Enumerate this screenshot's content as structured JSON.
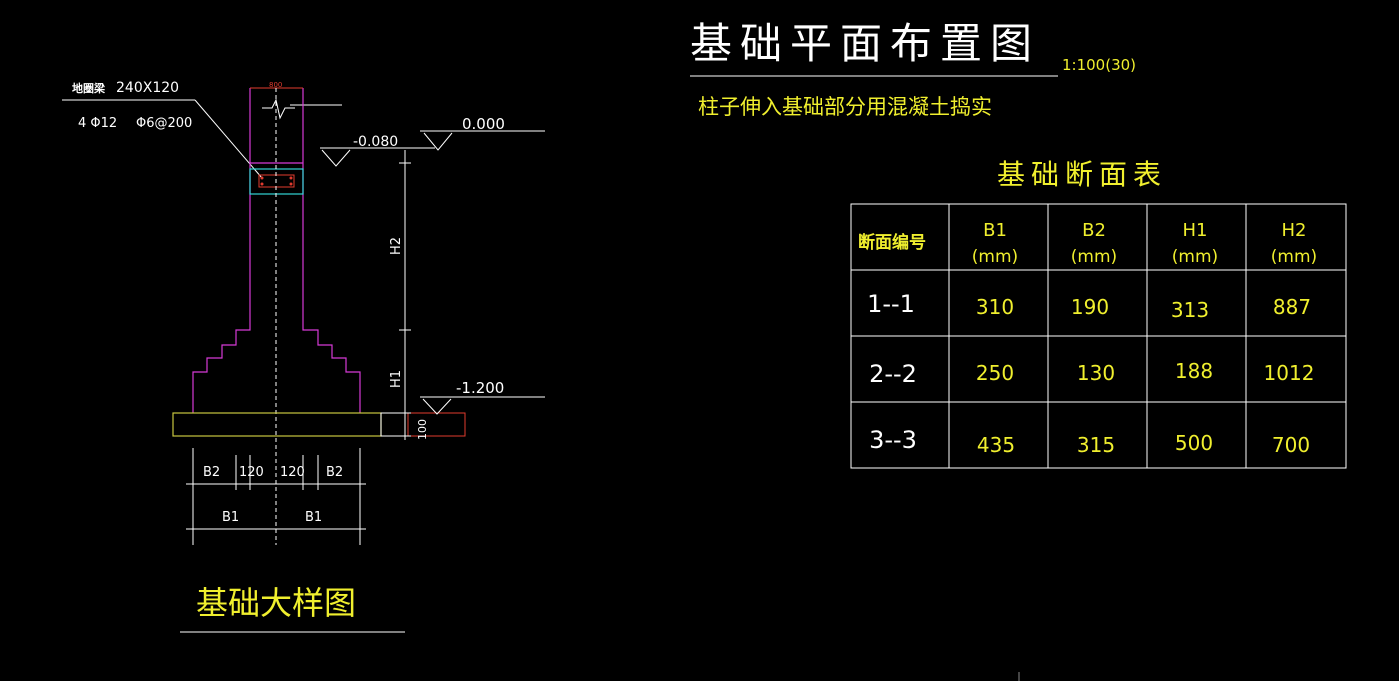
{
  "colors": {
    "background": "#000000",
    "white_line": "#ffffff",
    "yellow_text": "#f0ef2e",
    "magenta_outline": "#d63ad6",
    "cyan_beam": "#33d6d6",
    "red_dim": "#e23b2e",
    "olive_slab": "#c8c640"
  },
  "plan": {
    "title": "基础平面布置图",
    "scale": "1:100(30)",
    "note": "柱子伸入基础部分用混凝土捣实"
  },
  "section_table": {
    "title": "基础断面表",
    "headers": [
      {
        "line1": "断面编号",
        "line2": ""
      },
      {
        "line1": "B1",
        "line2": "(mm)"
      },
      {
        "line1": "B2",
        "line2": "(mm)"
      },
      {
        "line1": "H1",
        "line2": "(mm)"
      },
      {
        "line1": "H2",
        "line2": "(mm)"
      }
    ],
    "rows": [
      [
        "1--1",
        "310",
        "190",
        "313",
        "887"
      ],
      [
        "2--2",
        "250",
        "130",
        "188",
        "1012"
      ],
      [
        "3--3",
        "435",
        "315",
        "500",
        "700"
      ]
    ]
  },
  "detail": {
    "title": "基础大样图",
    "beam_label": "地圈梁",
    "beam_size": "240X120",
    "main_bars": "4 Φ12",
    "stirrups": "Φ6@200",
    "wall_width": "800",
    "elev_top": "0.000",
    "elev_beam": "-0.080",
    "elev_bottom": "-1.200",
    "dim_h2": "H2",
    "dim_h1": "H1",
    "dim_slab": "100",
    "dim_b2_left": "B2",
    "dim_120_left": "120",
    "dim_120_right": "120",
    "dim_b2_right": "B2",
    "dim_b1_left": "B1",
    "dim_b1_right": "B1"
  }
}
